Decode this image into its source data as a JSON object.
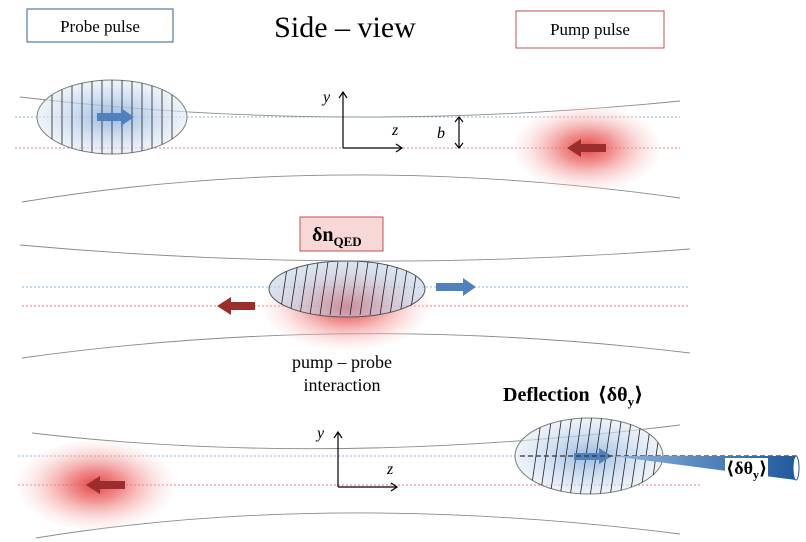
{
  "title": "Side – view",
  "probe_label": "Probe pulse",
  "pump_label": "Pump pulse",
  "axes": {
    "y": "y",
    "z": "z",
    "b": "b"
  },
  "qed_label": {
    "main": "δn",
    "sub": "QED"
  },
  "interaction_caption": [
    "pump – probe",
    "interaction"
  ],
  "deflection": {
    "word": "Deflection",
    "symbol": "⟨δθ",
    "sub": "y",
    "close": "⟩"
  },
  "colors": {
    "probe_box": "#2e5f8a",
    "pump_box": "#c0504d",
    "probe_arrow": "#4f81bd",
    "pump_arrow": "#9b2d2d",
    "probe_line": "#6a9bd0",
    "pump_line": "#d9534f",
    "qed_fill": "#f8d7d7",
    "qed_border": "#c0504d"
  }
}
